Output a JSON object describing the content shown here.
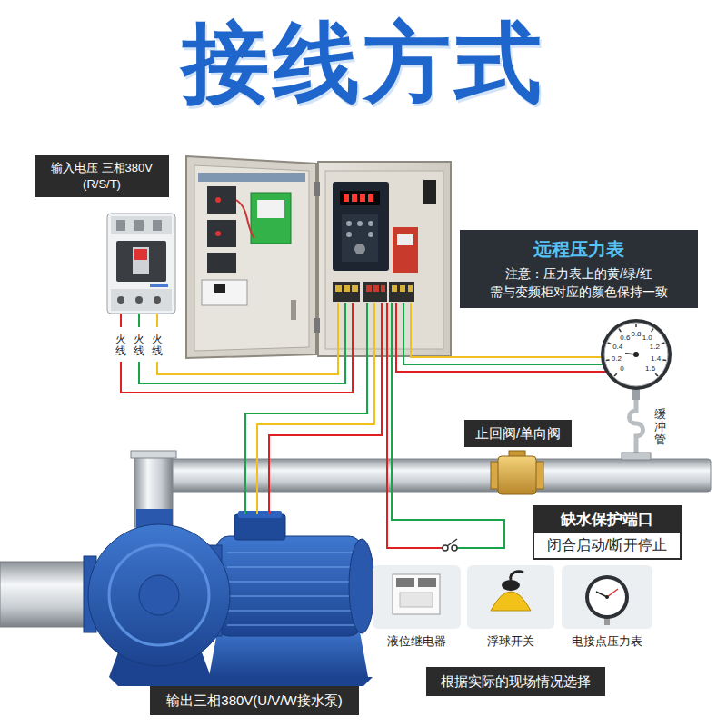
{
  "diagram": {
    "title": "接线方式",
    "nodes": [
      {
        "text": [
          "输入电压 三相380V (R/S/T)"
        ]
      },
      {
        "text": [
          "远程压力表",
          "注意：压力表上的黄/绿/红 需与变频柜对应的颜色保持一致"
        ]
      },
      {
        "text": [
          "止回阀/单向阀"
        ]
      },
      {
        "text": [
          "缺水保护端口",
          "闭合启动/断开停止"
        ]
      },
      {
        "text": [
          "根据实际的现场情况选择"
        ]
      },
      {
        "text": [
          "输出三相380V(U/V/W接水泵)"
        ]
      }
    ],
    "labels": [
      "火线",
      "火线",
      "火线",
      "0",
      "0.2",
      "0.4",
      "0.6",
      "0.8",
      "1.0",
      "1.2",
      "1.4",
      "1.6",
      "缓冲管",
      "液位继电器",
      "浮球开关",
      "电接点压力表"
    ]
  }
}
